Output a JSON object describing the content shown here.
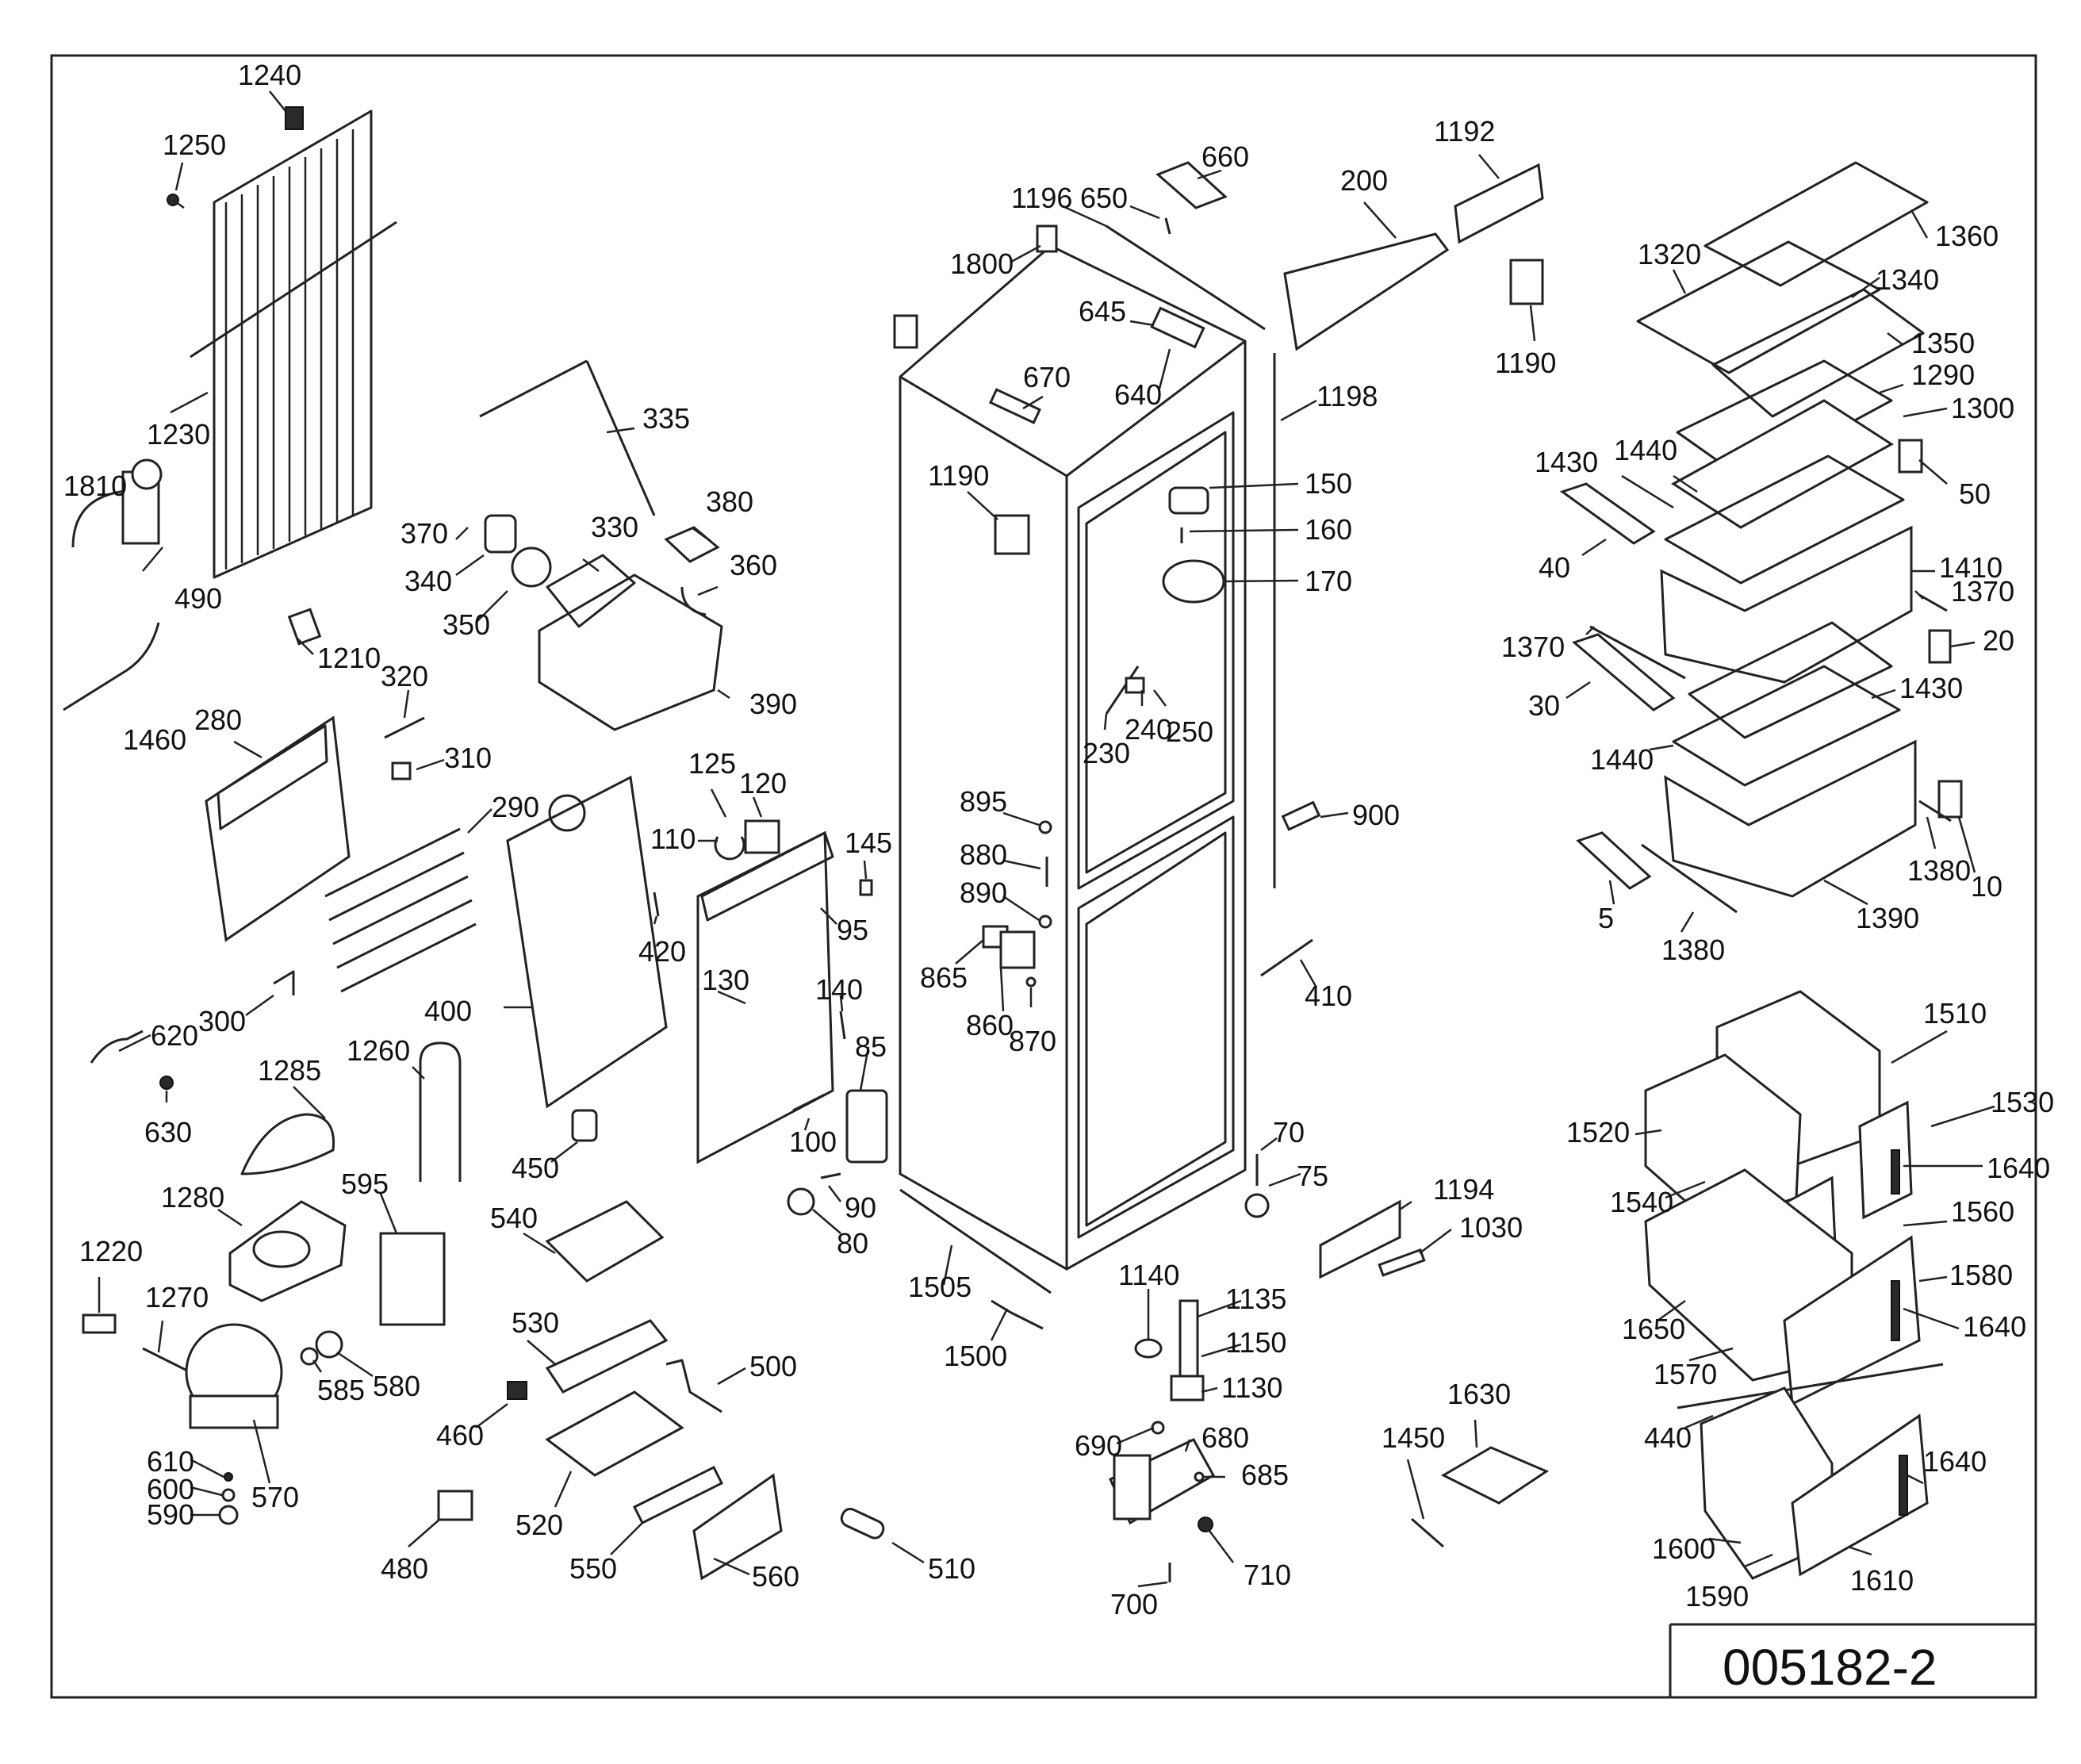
{
  "diagram_code": "005182-2",
  "labels": [
    {
      "id": "l1240",
      "text": "1240"
    },
    {
      "id": "l1250",
      "text": "1250"
    },
    {
      "id": "l1230",
      "text": "1230"
    },
    {
      "id": "l1810",
      "text": "1810"
    },
    {
      "id": "l490",
      "text": "490"
    },
    {
      "id": "l1460",
      "text": "1460"
    },
    {
      "id": "l1210",
      "text": "1210"
    },
    {
      "id": "l335",
      "text": "335"
    },
    {
      "id": "l380",
      "text": "380"
    },
    {
      "id": "l370",
      "text": "370"
    },
    {
      "id": "l330",
      "text": "330"
    },
    {
      "id": "l340",
      "text": "340"
    },
    {
      "id": "l360",
      "text": "360"
    },
    {
      "id": "l350",
      "text": "350"
    },
    {
      "id": "l390",
      "text": "390"
    },
    {
      "id": "l320",
      "text": "320"
    },
    {
      "id": "l280",
      "text": "280"
    },
    {
      "id": "l310",
      "text": "310"
    },
    {
      "id": "l290",
      "text": "290"
    },
    {
      "id": "l125",
      "text": "125"
    },
    {
      "id": "l120",
      "text": "120"
    },
    {
      "id": "l110",
      "text": "110"
    },
    {
      "id": "l145",
      "text": "145"
    },
    {
      "id": "l95",
      "text": "95"
    },
    {
      "id": "l420",
      "text": "420"
    },
    {
      "id": "l130",
      "text": "130"
    },
    {
      "id": "l140",
      "text": "140"
    },
    {
      "id": "l400",
      "text": "400"
    },
    {
      "id": "l300",
      "text": "300"
    },
    {
      "id": "l620",
      "text": "620"
    },
    {
      "id": "l630",
      "text": "630"
    },
    {
      "id": "l1285",
      "text": "1285"
    },
    {
      "id": "l1260",
      "text": "1260"
    },
    {
      "id": "l85",
      "text": "85"
    },
    {
      "id": "l100",
      "text": "100"
    },
    {
      "id": "l450",
      "text": "450"
    },
    {
      "id": "l1280",
      "text": "1280"
    },
    {
      "id": "l595",
      "text": "595"
    },
    {
      "id": "l540",
      "text": "540"
    },
    {
      "id": "l90",
      "text": "90"
    },
    {
      "id": "l80",
      "text": "80"
    },
    {
      "id": "l1220",
      "text": "1220"
    },
    {
      "id": "l1270",
      "text": "1270"
    },
    {
      "id": "l530",
      "text": "530"
    },
    {
      "id": "l585",
      "text": "585"
    },
    {
      "id": "l580",
      "text": "580"
    },
    {
      "id": "l500",
      "text": "500"
    },
    {
      "id": "l460",
      "text": "460"
    },
    {
      "id": "l610",
      "text": "610"
    },
    {
      "id": "l600",
      "text": "600"
    },
    {
      "id": "l590",
      "text": "590"
    },
    {
      "id": "l570",
      "text": "570"
    },
    {
      "id": "l520",
      "text": "520"
    },
    {
      "id": "l480",
      "text": "480"
    },
    {
      "id": "l550",
      "text": "550"
    },
    {
      "id": "l560",
      "text": "560"
    },
    {
      "id": "l510",
      "text": "510"
    },
    {
      "id": "l1196",
      "text": "1196"
    },
    {
      "id": "l650",
      "text": "650"
    },
    {
      "id": "l660",
      "text": "660"
    },
    {
      "id": "l200",
      "text": "200"
    },
    {
      "id": "l1192",
      "text": "1192"
    },
    {
      "id": "l1800",
      "text": "1800"
    },
    {
      "id": "l645",
      "text": "645"
    },
    {
      "id": "l670",
      "text": "670"
    },
    {
      "id": "l640",
      "text": "640"
    },
    {
      "id": "l1190a",
      "text": "1190"
    },
    {
      "id": "l1198",
      "text": "1198"
    },
    {
      "id": "l1190b",
      "text": "1190"
    },
    {
      "id": "l150",
      "text": "150"
    },
    {
      "id": "l160",
      "text": "160"
    },
    {
      "id": "l170",
      "text": "170"
    },
    {
      "id": "l240",
      "text": "240"
    },
    {
      "id": "l250",
      "text": "250"
    },
    {
      "id": "l230",
      "text": "230"
    },
    {
      "id": "l895",
      "text": "895"
    },
    {
      "id": "l880",
      "text": "880"
    },
    {
      "id": "l890",
      "text": "890"
    },
    {
      "id": "l900",
      "text": "900"
    },
    {
      "id": "l865",
      "text": "865"
    },
    {
      "id": "l860",
      "text": "860"
    },
    {
      "id": "l870",
      "text": "870"
    },
    {
      "id": "l410",
      "text": "410"
    },
    {
      "id": "l70",
      "text": "70"
    },
    {
      "id": "l75",
      "text": "75"
    },
    {
      "id": "l1194",
      "text": "1194"
    },
    {
      "id": "l1030",
      "text": "1030"
    },
    {
      "id": "l1505",
      "text": "1505"
    },
    {
      "id": "l1500",
      "text": "1500"
    },
    {
      "id": "l1140",
      "text": "1140"
    },
    {
      "id": "l1135",
      "text": "1135"
    },
    {
      "id": "l1150",
      "text": "1150"
    },
    {
      "id": "l1130",
      "text": "1130"
    },
    {
      "id": "l690",
      "text": "690"
    },
    {
      "id": "l680",
      "text": "680"
    },
    {
      "id": "l685",
      "text": "685"
    },
    {
      "id": "l710",
      "text": "710"
    },
    {
      "id": "l700",
      "text": "700"
    },
    {
      "id": "l1630",
      "text": "1630"
    },
    {
      "id": "l1450",
      "text": "1450"
    },
    {
      "id": "l1360",
      "text": "1360"
    },
    {
      "id": "l1320",
      "text": "1320"
    },
    {
      "id": "l1340",
      "text": "1340"
    },
    {
      "id": "l1350",
      "text": "1350"
    },
    {
      "id": "l1290",
      "text": "1290"
    },
    {
      "id": "l1300",
      "text": "1300"
    },
    {
      "id": "l1430a",
      "text": "1430"
    },
    {
      "id": "l1440a",
      "text": "1440"
    },
    {
      "id": "l50",
      "text": "50"
    },
    {
      "id": "l40",
      "text": "40"
    },
    {
      "id": "l1410",
      "text": "1410"
    },
    {
      "id": "l1370a",
      "text": "1370"
    },
    {
      "id": "l1370b",
      "text": "1370"
    },
    {
      "id": "l20",
      "text": "20"
    },
    {
      "id": "l30",
      "text": "30"
    },
    {
      "id": "l1430b",
      "text": "1430"
    },
    {
      "id": "l1440b",
      "text": "1440"
    },
    {
      "id": "l1380a",
      "text": "1380"
    },
    {
      "id": "l10",
      "text": "10"
    },
    {
      "id": "l5",
      "text": "5"
    },
    {
      "id": "l1390",
      "text": "1390"
    },
    {
      "id": "l1380b",
      "text": "1380"
    },
    {
      "id": "l1510",
      "text": "1510"
    },
    {
      "id": "l1530",
      "text": "1530"
    },
    {
      "id": "l1520",
      "text": "1520"
    },
    {
      "id": "l1640a",
      "text": "1640"
    },
    {
      "id": "l1540",
      "text": "1540"
    },
    {
      "id": "l1560",
      "text": "1560"
    },
    {
      "id": "l1580",
      "text": "1580"
    },
    {
      "id": "l1650",
      "text": "1650"
    },
    {
      "id": "l1640b",
      "text": "1640"
    },
    {
      "id": "l1570",
      "text": "1570"
    },
    {
      "id": "l440",
      "text": "440"
    },
    {
      "id": "l1640c",
      "text": "1640"
    },
    {
      "id": "l1600",
      "text": "1600"
    },
    {
      "id": "l1590",
      "text": "1590"
    },
    {
      "id": "l1610",
      "text": "1610"
    }
  ]
}
